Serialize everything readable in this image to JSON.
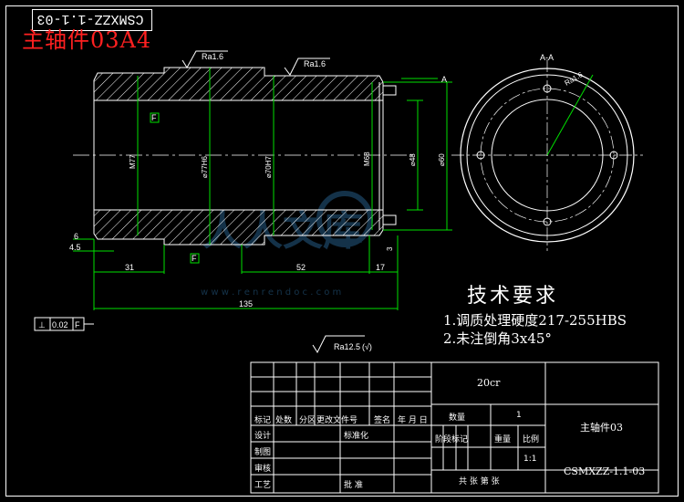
{
  "corner_tag": "CSMXZZ-1.1-03",
  "red_title": "主轴件03A4",
  "roughness": {
    "left": "Ra1.6",
    "mid": "Ra1.6",
    "general": "Ra12.5",
    "general_suffix": "(√)",
    "section": "Ra1.6"
  },
  "section_label": "A-A",
  "section_marker": "A",
  "datum_f": "F",
  "dims": {
    "m77": "M77",
    "d77h6": "⌀77H6",
    "d70h7": "⌀70H7",
    "m68": "M68",
    "d48": "⌀48",
    "d60": "⌀60",
    "six": "6",
    "four5": "4.5",
    "d31": "31",
    "d52": "52",
    "d17": "17",
    "d135": "135",
    "d3": "3"
  },
  "tolerance": {
    "symbol": "⊥",
    "value": "0.02",
    "datum": "F"
  },
  "tech": {
    "heading": "技术要求",
    "line1": "1.调质处理硬度217-255HBS",
    "line2": "2.未注倒角3x45°"
  },
  "titleblock": {
    "material": "20cr",
    "part_name": "主轴件03",
    "drawing_no": "CSMXZZ-1.1-03",
    "qty_label": "数量",
    "qty": "1",
    "stage_label": "阶段标记",
    "weight_label": "重量",
    "scale_label": "比例",
    "scale": "1:1",
    "sheets": "共  张  第  张",
    "h_mark": "标记",
    "h_count": "处数",
    "h_zone": "分区",
    "h_docno": "更改文件号",
    "h_sign": "签名",
    "h_date": "年 月 日",
    "design": "设计",
    "standard": "标准化",
    "draw": "制图",
    "review": "审核",
    "process": "工艺",
    "approve": "批 准"
  },
  "watermark": {
    "text1": "人人文库",
    "url": "w w w . r e n r e n d o c . c o m"
  }
}
